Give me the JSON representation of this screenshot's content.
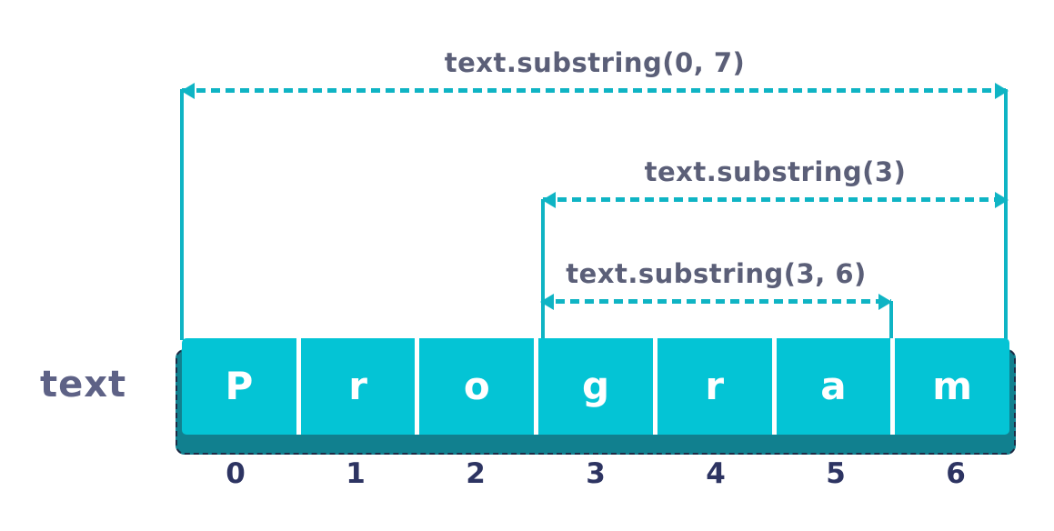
{
  "variable_label": "text",
  "string": {
    "value": "Program",
    "cells": [
      {
        "char": "P",
        "index": "0"
      },
      {
        "char": "r",
        "index": "1"
      },
      {
        "char": "o",
        "index": "2"
      },
      {
        "char": "g",
        "index": "3"
      },
      {
        "char": "r",
        "index": "4"
      },
      {
        "char": "a",
        "index": "5"
      },
      {
        "char": "m",
        "index": "6"
      }
    ]
  },
  "annotations": [
    {
      "label": "text.substring(0, 7)",
      "start_index": 0,
      "end_index": 7
    },
    {
      "label": "text.substring(3)",
      "start_index": 3,
      "end_index": 7
    },
    {
      "label": "text.substring(3, 6)",
      "start_index": 3,
      "end_index": 6
    }
  ],
  "colors": {
    "cell_background": "#04c4d5",
    "cell_shadow": "#11808f",
    "arrow_teal": "#0fb4c4",
    "annotation_label": "#5b5f78",
    "variable_label": "#5e6286",
    "index_text": "#2d3462",
    "cell_letter": "#ffffff",
    "page_background": "#ffffff"
  }
}
